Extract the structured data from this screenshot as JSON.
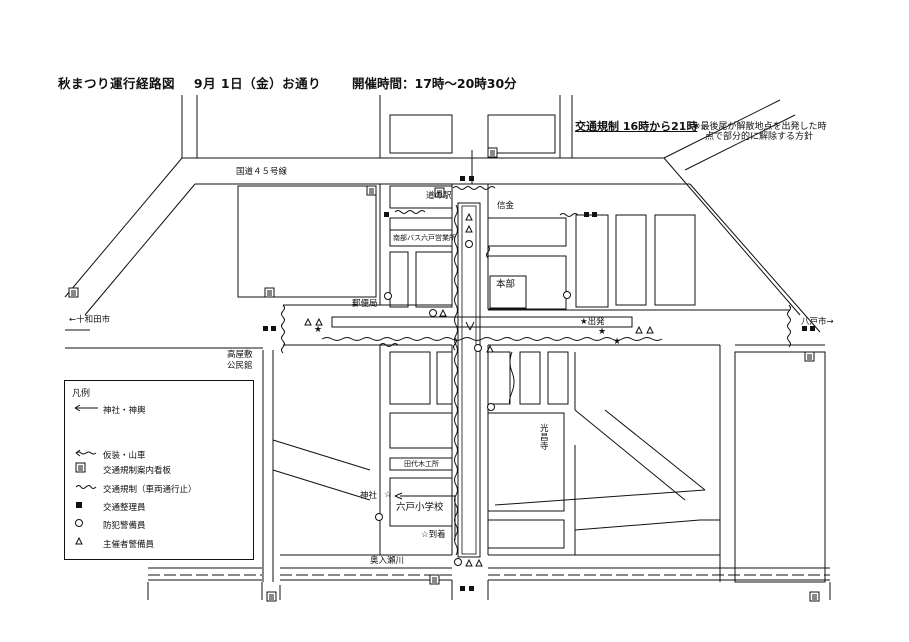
{
  "header": {
    "title": "秋まつり運行経路図",
    "date": "9月 1日（金）お通り",
    "hours": "開催時間：17時～20時30分"
  },
  "regulation": {
    "label": "交通規制 16時から21時",
    "note_line1": "※最後尾が解散地点を出発した時",
    "note_line2": "点で部分的に解除する方針"
  },
  "places": {
    "route45": "国道４５号線",
    "michinoeki": "道の駅",
    "bank": "信金",
    "bus": "南部バス六戸営業所",
    "honbu": "本部",
    "post": "郵便局",
    "towada": "←十和田市",
    "hachinohe": "八戸市→",
    "start": "★出発",
    "koyashiki1": "高屋敷",
    "koyashiki2": "公民館",
    "temple": "光昌寺",
    "woodshop": "田代木工所",
    "shrine": "神社",
    "school": "六戸小学校",
    "arrival": "☆到着",
    "river": "奥入瀬川"
  },
  "legend": {
    "title": "凡例",
    "items": [
      {
        "icon": "arrow-left-icon",
        "label": "神社・神輿"
      },
      {
        "icon": "wavy-arrow-icon",
        "label": "仮装・山車"
      },
      {
        "icon": "signboard-icon",
        "label": "交通規制案内看板"
      },
      {
        "icon": "wavy-line-icon",
        "label": "交通規制（車両通行止）"
      },
      {
        "icon": "black-square-icon",
        "label": "交通整理員"
      },
      {
        "icon": "circle-icon",
        "label": "防犯警備員"
      },
      {
        "icon": "triangle-icon",
        "label": "主催者警備員"
      }
    ]
  }
}
